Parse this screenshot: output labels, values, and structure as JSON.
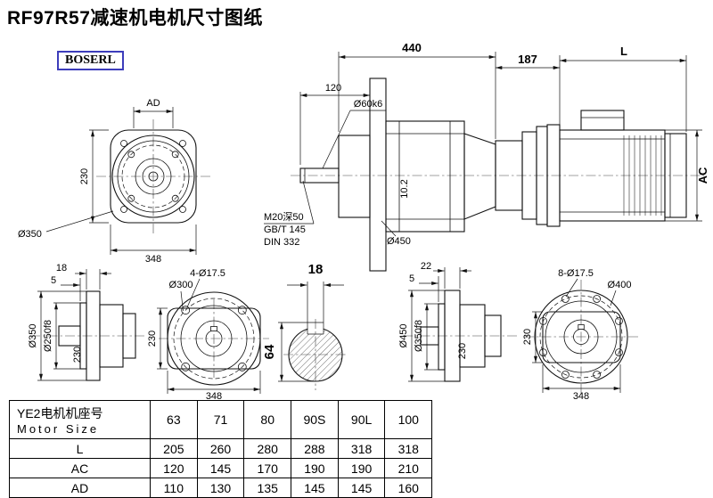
{
  "page": {
    "title": "RF97R57减速机电机尺寸图纸",
    "logo": "BOSERL"
  },
  "colors": {
    "line": "#111111",
    "logo_border": "#3d3dbb"
  },
  "main_view": {
    "dim_440": "440",
    "dim_120": "120",
    "shaft_label": "Ø60k6",
    "dim_187": "187",
    "dim_L": "L",
    "dim_AC": "AC",
    "center_hole_line1": "M20深50",
    "center_hole_line2": "GB/T 145",
    "center_hole_line3": "DIN 332",
    "flange_label": "Ø450",
    "key_depth": "10.2"
  },
  "front_view": {
    "dim_AD": "AD",
    "dim_230": "230",
    "flange_label": "Ø350",
    "dim_348": "348"
  },
  "flange_small_side": {
    "dim_18": "18",
    "dim_5": "5",
    "dia_outer": "Ø350",
    "dia_spigot": "Ø250f8",
    "dia_hub": "230"
  },
  "flange_small_front": {
    "holes": "4-Ø17.5",
    "bolt_circle": "Ø300",
    "dim_230": "230",
    "dim_348": "348"
  },
  "key_section": {
    "dim_18": "18",
    "dim_64": "64"
  },
  "flange_large_side": {
    "dim_22": "22",
    "dim_5": "5",
    "dia_outer": "Ø450",
    "dia_spigot": "Ø350f8",
    "dia_hub": "230"
  },
  "flange_large_front": {
    "holes": "8-Ø17.5",
    "bolt_circle": "Ø400",
    "dim_230": "230",
    "dim_348": "348"
  },
  "table": {
    "header_line1": "YE2电机机座号",
    "header_line2": "Motor Size",
    "sizes": [
      "63",
      "71",
      "80",
      "90S",
      "90L",
      "100"
    ],
    "rows": [
      {
        "label": "L",
        "values": [
          "205",
          "260",
          "280",
          "288",
          "318",
          "318"
        ]
      },
      {
        "label": "AC",
        "values": [
          "120",
          "145",
          "170",
          "190",
          "190",
          "210"
        ]
      },
      {
        "label": "AD",
        "values": [
          "110",
          "130",
          "135",
          "145",
          "145",
          "160"
        ]
      }
    ]
  }
}
